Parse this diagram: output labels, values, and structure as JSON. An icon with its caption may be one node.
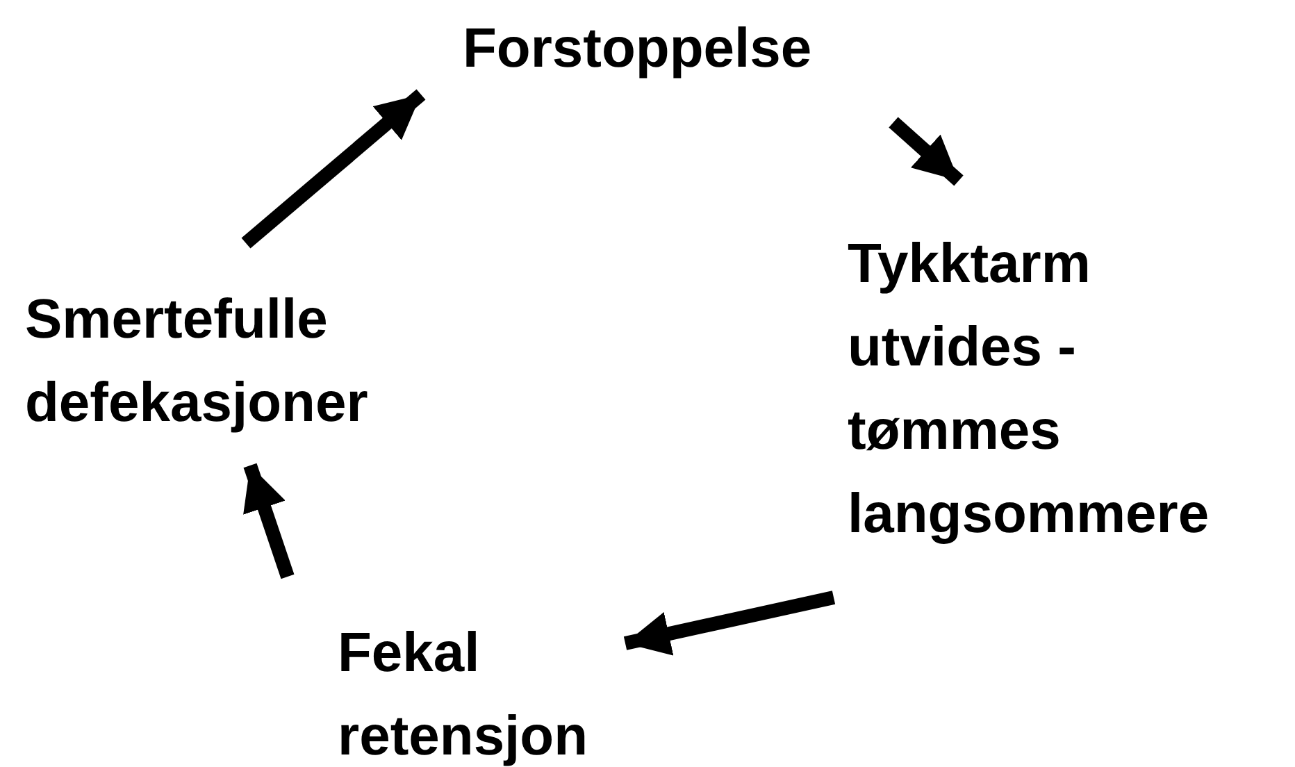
{
  "diagram": {
    "nodes": [
      {
        "text": [
          "Forstoppelse"
        ]
      },
      {
        "text": [
          "Tykktarm utvides - tømmes langsommere"
        ]
      },
      {
        "text": [
          "Fekal retensjon"
        ]
      },
      {
        "text": [
          "Smertefulle defekasjoner"
        ]
      }
    ],
    "edges": [
      {
        "from": 0,
        "to": 1,
        "arrow": "to"
      },
      {
        "from": 1,
        "to": 2,
        "arrow": "to"
      },
      {
        "from": 2,
        "to": 3,
        "arrow": "to"
      },
      {
        "from": 3,
        "to": 0,
        "arrow": "to"
      }
    ]
  }
}
